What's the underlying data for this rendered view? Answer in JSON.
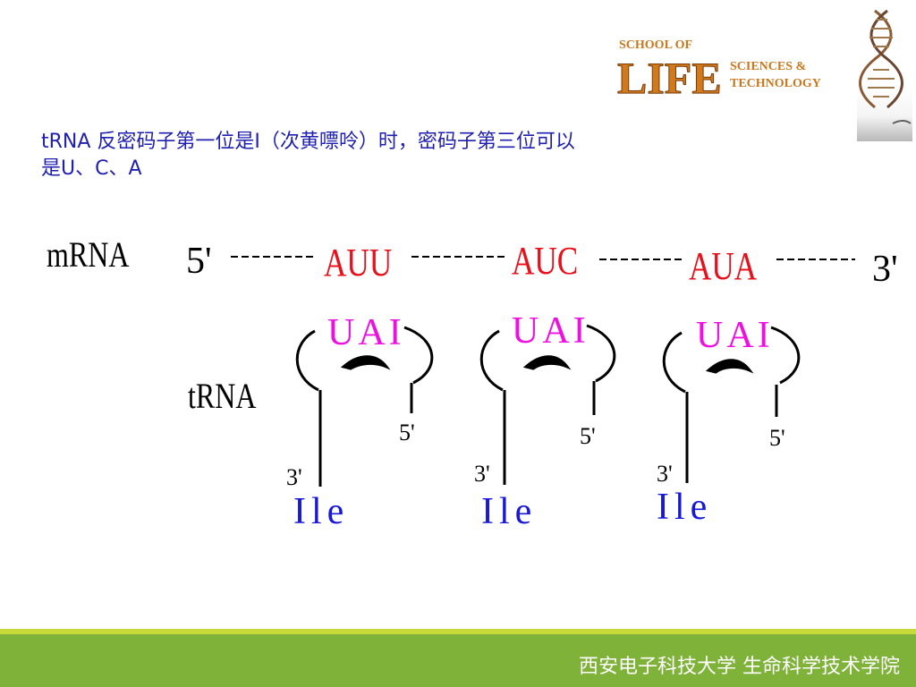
{
  "logo": {
    "line1": "SCHOOL OF",
    "big": "LIFE",
    "line2": "SCIENCES &",
    "line3": "TECHNOLOGY"
  },
  "heading": {
    "line1": "tRNA 反密码子第一位是I（次黄嘌呤）时，密码子第三位可以",
    "line2": "是U、C、A"
  },
  "mrna": {
    "label": "mRNA",
    "five_prime": "5'",
    "three_prime": "3'",
    "codons": [
      "AUU",
      "AUC",
      "AUA"
    ]
  },
  "trna": {
    "label": "tRNA",
    "anticodon": "UAI",
    "five_prime": "5'",
    "three_prime": "3'",
    "amino_acid": "Ile"
  },
  "colors": {
    "codon": "#e8101a",
    "anticodon": "#ee10e0",
    "amino_acid": "#1818d8",
    "heading": "#1f1fb0",
    "footer": "#7fb239",
    "footer_line": "#c8da3a"
  },
  "footer": {
    "text": "西安电子科技大学  生命科学技术学院"
  }
}
